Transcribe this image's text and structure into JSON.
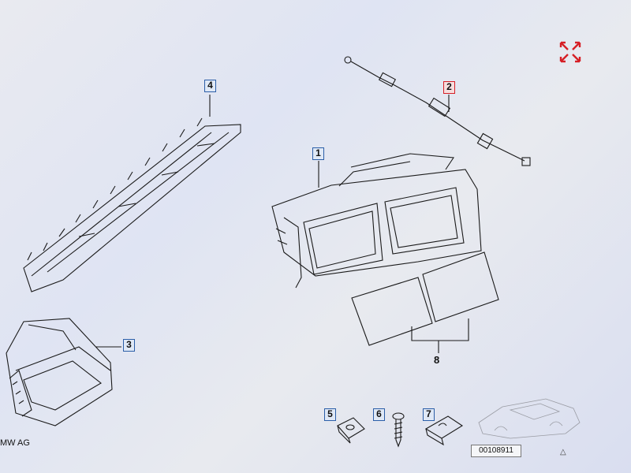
{
  "diagram": {
    "callouts": [
      {
        "id": "4",
        "label": "4",
        "active": false
      },
      {
        "id": "2",
        "label": "2",
        "active": true
      },
      {
        "id": "1",
        "label": "1",
        "active": false
      },
      {
        "id": "3",
        "label": "3",
        "active": false
      },
      {
        "id": "5",
        "label": "5",
        "active": false
      },
      {
        "id": "6",
        "label": "6",
        "active": false
      },
      {
        "id": "7",
        "label": "7",
        "active": false
      }
    ],
    "group_label": "8",
    "copyright": "MW AG",
    "document_number": "00108911"
  },
  "colors": {
    "callout_border": "#2b5ea8",
    "callout_active_border": "#d61f26",
    "fullscreen_icon": "#d61f26",
    "line": "#1a1a1a"
  },
  "icons": {
    "fullscreen": "expand-arrows-icon",
    "thumbnail_arrow": "triangle-up-icon"
  }
}
